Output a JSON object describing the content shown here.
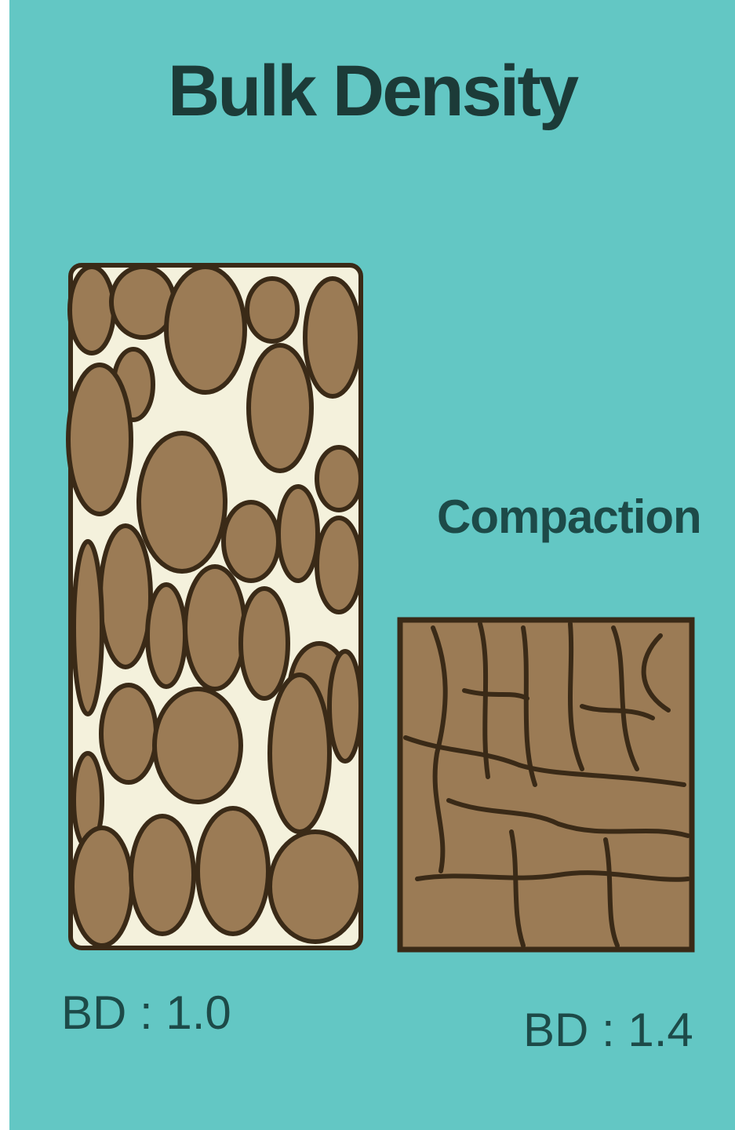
{
  "title": "Bulk Density",
  "compaction_label": "Compaction",
  "left_sample": {
    "label": "BD : 1.0"
  },
  "right_sample": {
    "label": "BD : 1.4"
  },
  "colors": {
    "background": "#63c7c4",
    "soil_aggregate": "#9b7b55",
    "aggregate_outline": "#3a2a17",
    "pore_space": "#f4f1dc",
    "text": "#1d4a48"
  }
}
